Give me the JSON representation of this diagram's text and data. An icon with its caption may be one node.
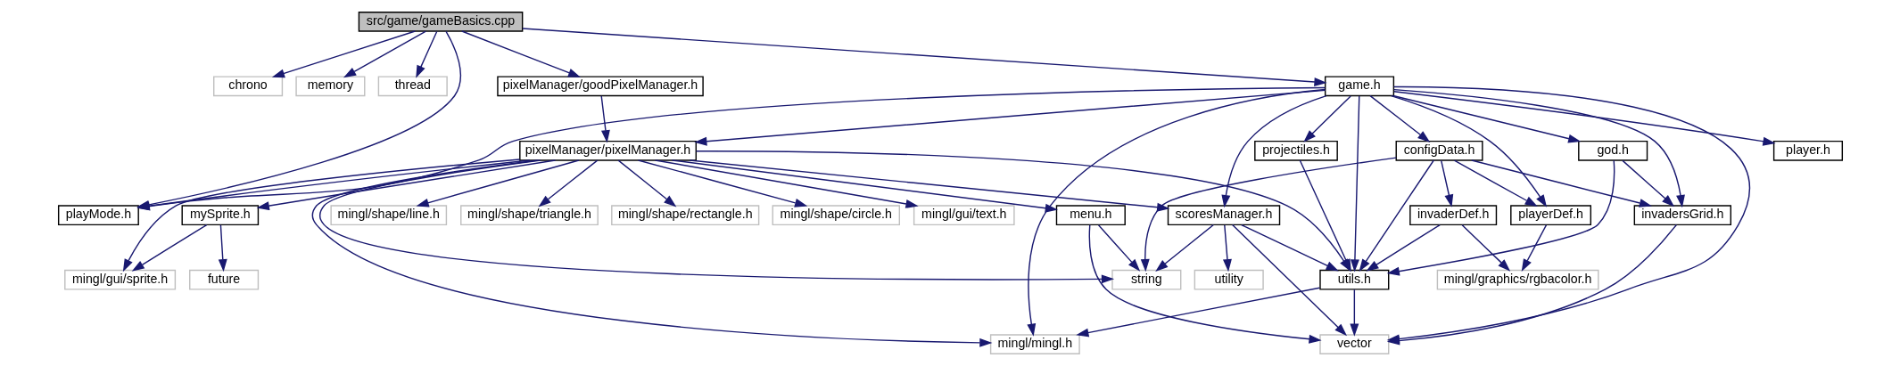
{
  "diagram": {
    "nodes": [
      {
        "text": [
          "src/game/gameBasics.cpp"
        ]
      },
      {
        "text": [
          "chrono"
        ]
      },
      {
        "text": [
          "memory"
        ]
      },
      {
        "text": [
          "thread"
        ]
      },
      {
        "text": [
          "pixelManager/goodPixelManager.h"
        ]
      },
      {
        "text": [
          "game.h"
        ]
      },
      {
        "text": [
          "pixelManager/pixelManager.h"
        ]
      },
      {
        "text": [
          "player.h"
        ]
      },
      {
        "text": [
          "projectiles.h"
        ]
      },
      {
        "text": [
          "configData.h"
        ]
      },
      {
        "text": [
          "god.h"
        ]
      },
      {
        "text": [
          "playMode.h"
        ]
      },
      {
        "text": [
          "mySprite.h"
        ]
      },
      {
        "text": [
          "mingl/shape/line.h"
        ]
      },
      {
        "text": [
          "mingl/shape/triangle.h"
        ]
      },
      {
        "text": [
          "mingl/shape/rectangle.h"
        ]
      },
      {
        "text": [
          "mingl/shape/circle.h"
        ]
      },
      {
        "text": [
          "mingl/gui/text.h"
        ]
      },
      {
        "text": [
          "menu.h"
        ]
      },
      {
        "text": [
          "scoresManager.h"
        ]
      },
      {
        "text": [
          "invaderDef.h"
        ]
      },
      {
        "text": [
          "playerDef.h"
        ]
      },
      {
        "text": [
          "invadersGrid.h"
        ]
      },
      {
        "text": [
          "mingl/gui/sprite.h"
        ]
      },
      {
        "text": [
          "future"
        ]
      },
      {
        "text": [
          "string"
        ]
      },
      {
        "text": [
          "utility"
        ]
      },
      {
        "text": [
          "utils.h"
        ]
      },
      {
        "text": [
          "mingl/graphics/rgbacolor.h"
        ]
      },
      {
        "text": [
          "mingl/mingl.h"
        ]
      },
      {
        "text": [
          "vector"
        ]
      }
    ],
    "edges": [
      {
        "from": 0,
        "to": 1,
        "arrow": "to"
      },
      {
        "from": 0,
        "to": 2,
        "arrow": "to"
      },
      {
        "from": 0,
        "to": 3,
        "arrow": "to"
      },
      {
        "from": 0,
        "to": 11,
        "arrow": "to"
      },
      {
        "from": 0,
        "to": 4,
        "arrow": "to"
      },
      {
        "from": 0,
        "to": 5,
        "arrow": "to"
      },
      {
        "from": 4,
        "to": 6,
        "arrow": "to"
      },
      {
        "from": 5,
        "to": 6,
        "arrow": "to"
      },
      {
        "from": 5,
        "to": 11,
        "arrow": "to"
      },
      {
        "from": 5,
        "to": 7,
        "arrow": "to"
      },
      {
        "from": 5,
        "to": 29,
        "arrow": "to"
      },
      {
        "from": 5,
        "to": 19,
        "arrow": "to"
      },
      {
        "from": 5,
        "to": 27,
        "arrow": "to"
      },
      {
        "from": 5,
        "to": 8,
        "arrow": "to"
      },
      {
        "from": 5,
        "to": 9,
        "arrow": "to"
      },
      {
        "from": 5,
        "to": 21,
        "arrow": "to"
      },
      {
        "from": 5,
        "to": 10,
        "arrow": "to"
      },
      {
        "from": 5,
        "to": 22,
        "arrow": "to"
      },
      {
        "from": 5,
        "to": 30,
        "arrow": "to"
      },
      {
        "from": 6,
        "to": 11,
        "arrow": "to"
      },
      {
        "from": 6,
        "to": 23,
        "arrow": "to"
      },
      {
        "from": 6,
        "to": 12,
        "arrow": "to"
      },
      {
        "from": 6,
        "to": 13,
        "arrow": "to"
      },
      {
        "from": 6,
        "to": 14,
        "arrow": "to"
      },
      {
        "from": 6,
        "to": 15,
        "arrow": "to"
      },
      {
        "from": 6,
        "to": 16,
        "arrow": "to"
      },
      {
        "from": 6,
        "to": 17,
        "arrow": "to"
      },
      {
        "from": 6,
        "to": 29,
        "arrow": "to"
      },
      {
        "from": 6,
        "to": 18,
        "arrow": "to"
      },
      {
        "from": 6,
        "to": 25,
        "arrow": "to"
      },
      {
        "from": 6,
        "to": 19,
        "arrow": "to"
      },
      {
        "from": 6,
        "to": 27,
        "arrow": "to"
      },
      {
        "from": 12,
        "to": 23,
        "arrow": "to"
      },
      {
        "from": 12,
        "to": 24,
        "arrow": "to"
      },
      {
        "from": 18,
        "to": 25,
        "arrow": "to"
      },
      {
        "from": 18,
        "to": 30,
        "arrow": "to"
      },
      {
        "from": 19,
        "to": 25,
        "arrow": "to"
      },
      {
        "from": 19,
        "to": 26,
        "arrow": "to"
      },
      {
        "from": 19,
        "to": 27,
        "arrow": "to"
      },
      {
        "from": 19,
        "to": 30,
        "arrow": "to"
      },
      {
        "from": 8,
        "to": 27,
        "arrow": "to"
      },
      {
        "from": 9,
        "to": 25,
        "arrow": "to"
      },
      {
        "from": 9,
        "to": 27,
        "arrow": "to"
      },
      {
        "from": 9,
        "to": 20,
        "arrow": "to"
      },
      {
        "from": 9,
        "to": 21,
        "arrow": "to"
      },
      {
        "from": 9,
        "to": 22,
        "arrow": "to"
      },
      {
        "from": 10,
        "to": 27,
        "arrow": "to"
      },
      {
        "from": 10,
        "to": 22,
        "arrow": "to"
      },
      {
        "from": 20,
        "to": 27,
        "arrow": "to"
      },
      {
        "from": 20,
        "to": 28,
        "arrow": "to"
      },
      {
        "from": 21,
        "to": 28,
        "arrow": "to"
      },
      {
        "from": 22,
        "to": 30,
        "arrow": "to"
      },
      {
        "from": 27,
        "to": 29,
        "arrow": "to"
      },
      {
        "from": 27,
        "to": 30,
        "arrow": "to"
      }
    ]
  }
}
